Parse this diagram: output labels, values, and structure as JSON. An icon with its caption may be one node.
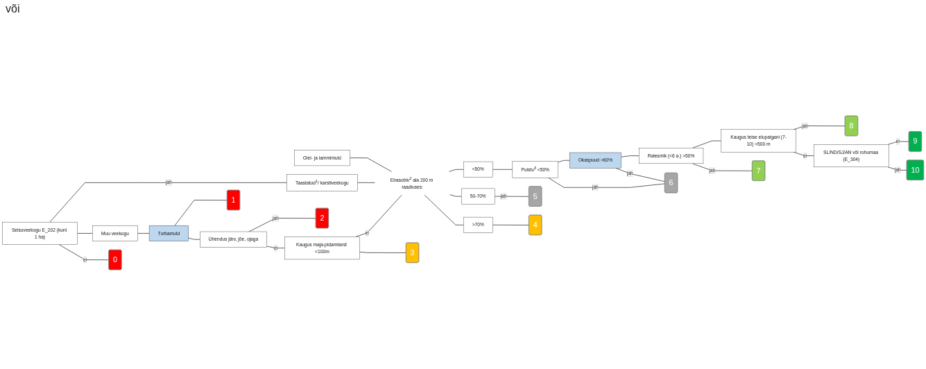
{
  "diagram": {
    "nodes": [
      {
        "text": [
          "Glei- ja lammimuld"
        ]
      },
      {
        "text": [
          "Seisuveekogu E_202 (kuni 1 ha)"
        ]
      },
      {
        "text": [
          "Taastatud$^{1}$/ karstiveekogu"
        ]
      },
      {
        "text": [
          "Muu veekogu"
        ]
      },
      {
        "text": [
          "Turbamuld"
        ]
      },
      {
        "text": [
          "Ühendus järv, jõe, ojaga"
        ]
      },
      {
        "text": [
          "Kaugus maja-pidamisest <100m"
        ]
      },
      {
        "text": [
          "Ebasobiv$^{2}$ ala 200 m raadiuses:"
        ]
      },
      {
        "text": [
          "<50%"
        ]
      },
      {
        "text": [
          "50-70%"
        ]
      },
      {
        "text": [
          ">70%"
        ]
      },
      {
        "text": [
          "Puistu$^{3}$ <50%"
        ]
      },
      {
        "text": [
          "Okaspuud >60%"
        ]
      },
      {
        "text": [
          "Raiesmik (<6 a.) >50%"
        ]
      },
      {
        "text": [
          "Kaugus teise elupaigani (7-10) >500 m"
        ]
      },
      {
        "text": [
          "SL/ND/SJ/AN või rohumaa (E_304)"
        ]
      },
      {
        "text": [
          "0"
        ]
      },
      {
        "text": [
          "1"
        ]
      },
      {
        "text": [
          "2"
        ]
      },
      {
        "text": [
          "3"
        ]
      },
      {
        "text": [
          "4"
        ]
      },
      {
        "text": [
          "5"
        ]
      },
      {
        "text": [
          "6"
        ]
      },
      {
        "text": [
          "7"
        ]
      },
      {
        "text": [
          "8"
        ]
      },
      {
        "text": [
          "9"
        ]
      },
      {
        "text": [
          "10"
        ]
      }
    ],
    "edges": [
      {
        "from": 0,
        "to": 7,
        "arrow": "none"
      },
      {
        "from": 1,
        "to": 2,
        "arrow": "none",
        "label": "jah"
      },
      {
        "from": 1,
        "to": 3,
        "arrow": "none"
      },
      {
        "from": 1,
        "to": 16,
        "arrow": "none",
        "label": "ei"
      },
      {
        "from": 2,
        "to": 7,
        "arrow": "none"
      },
      {
        "from": 3,
        "to": 4,
        "arrow": "none"
      },
      {
        "from": 4,
        "to": 17,
        "arrow": "none"
      },
      {
        "from": 4,
        "to": 5,
        "arrow": "none"
      },
      {
        "from": 5,
        "to": 18,
        "arrow": "none",
        "label": "jah"
      },
      {
        "from": 5,
        "to": 6,
        "arrow": "none",
        "label": "ei"
      },
      {
        "from": 6,
        "to": 7,
        "arrow": "none",
        "label": "ei"
      },
      {
        "from": 6,
        "to": 19,
        "arrow": "none"
      },
      {
        "from": 7,
        "to": 8,
        "arrow": "none"
      },
      {
        "from": 7,
        "to": 9,
        "arrow": "none"
      },
      {
        "from": 7,
        "to": 10,
        "arrow": "none"
      },
      {
        "from": 8,
        "to": 11,
        "arrow": "none"
      },
      {
        "from": 9,
        "to": 21,
        "arrow": "none",
        "label": "jah"
      },
      {
        "from": 10,
        "to": 20,
        "arrow": "none"
      },
      {
        "from": 11,
        "to": 12,
        "arrow": "none"
      },
      {
        "from": 11,
        "to": 22,
        "arrow": "none",
        "label": "jah"
      },
      {
        "from": 12,
        "to": 13,
        "arrow": "none"
      },
      {
        "from": 12,
        "to": 22,
        "arrow": "none",
        "label": "jah"
      },
      {
        "from": 13,
        "to": 14,
        "arrow": "none"
      },
      {
        "from": 13,
        "to": 23,
        "arrow": "none",
        "label": "jah"
      },
      {
        "from": 14,
        "to": 24,
        "arrow": "none",
        "label": "jah"
      },
      {
        "from": 14,
        "to": 15,
        "arrow": "none",
        "label": "ei"
      },
      {
        "from": 15,
        "to": 25,
        "arrow": "none",
        "label": "ei"
      },
      {
        "from": 15,
        "to": 26,
        "arrow": "none",
        "label": "jah"
      }
    ],
    "labels": [
      "või"
    ]
  }
}
